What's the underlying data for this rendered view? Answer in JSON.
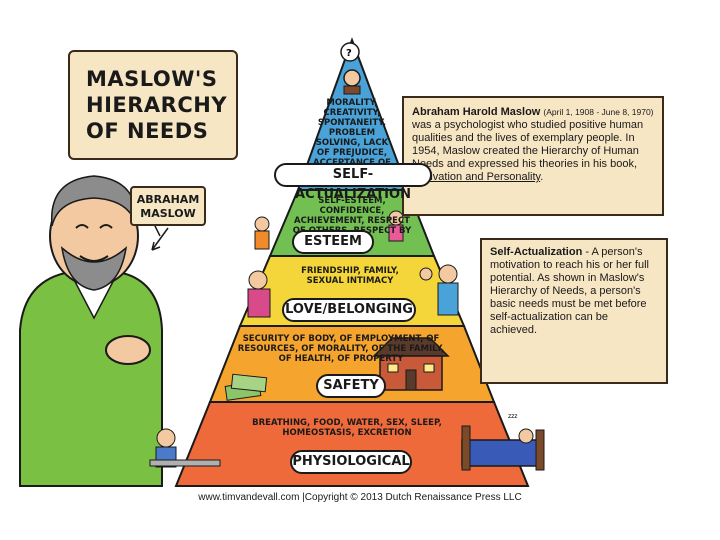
{
  "title": {
    "line1": "MASLOW'S",
    "line2": "HIERARCHY",
    "line3": "OF NEEDS"
  },
  "maslow_label": {
    "line1": "ABRAHAM",
    "line2": "MASLOW"
  },
  "bio": {
    "name": "Abraham Harold Maslow",
    "dates": "(April 1, 1908 - June 8, 1970)",
    "text": "was a psychologist who studied positive human qualities and the lives of exemplary people. In 1954, Maslow created the Hierarchy of Human Needs and expressed his theories in his book,",
    "book": "Motivation and Personality",
    "end": "."
  },
  "self_actualization_note": {
    "term": "Self-Actualization",
    "text": "- A person's motivation to reach his or her full potential. As shown in Maslow's Hierarchy of Needs, a person's basic needs must be met before self-actualization can be achieved."
  },
  "levels": [
    {
      "label": "SELF-ACTUALIZATION",
      "needs": "MORALITY, CREATIVITY, SPONTANEITY, PROBLEM SOLVING, LACK OF PREJUDICE, ACCEPTANCE OF FACTS",
      "color": "#4aa3d8"
    },
    {
      "label": "ESTEEM",
      "needs": "SELF-ESTEEM, CONFIDENCE, ACHIEVEMENT, RESPECT OF OTHERS, RESPECT BY OTHERS",
      "color": "#72c052"
    },
    {
      "label": "LOVE/BELONGING",
      "needs": "FRIENDSHIP, FAMILY, SEXUAL INTIMACY",
      "color": "#f5d63a"
    },
    {
      "label": "SAFETY",
      "needs": "SECURITY OF BODY, OF EMPLOYMENT, OF RESOURCES, OF MORALITY, OF THE FAMILY, OF HEALTH, OF PROPERTY",
      "color": "#f5a52e"
    },
    {
      "label": "PHYSIOLOGICAL",
      "needs": "BREATHING, FOOD, WATER, SEX, SLEEP, HOMEOSTASIS, EXCRETION",
      "color": "#ee6a3a"
    }
  ],
  "footer": "www.timvandevall.com |Copyright © 2013 Dutch Renaissance Press LLC"
}
